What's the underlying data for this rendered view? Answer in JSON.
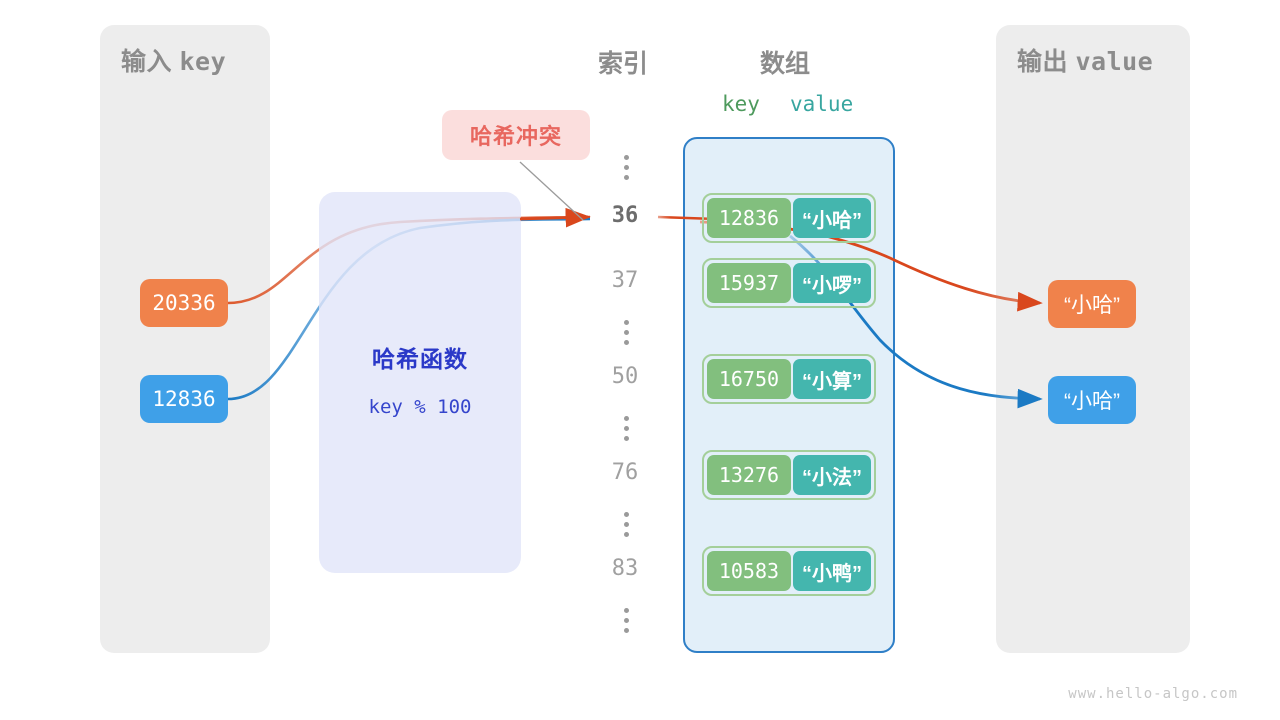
{
  "panels": {
    "input": {
      "title_cn": "输入",
      "title_mono": "key"
    },
    "output": {
      "title_cn": "输出",
      "title_mono": "value"
    }
  },
  "headings": {
    "index": "索引",
    "array": "数组",
    "key_col": "key",
    "value_col": "value"
  },
  "hash_function": {
    "title": "哈希函数",
    "formula": "key % 100"
  },
  "collision": {
    "label": "哈希冲突"
  },
  "input_keys": [
    {
      "value": "20336",
      "color": "#f0824b"
    },
    {
      "value": "12836",
      "color": "#3fa0e8"
    }
  ],
  "output_values": [
    {
      "value": "“小哈”",
      "color": "#f0824b"
    },
    {
      "value": "“小哈”",
      "color": "#3fa0e8"
    }
  ],
  "indices": [
    {
      "label": "36",
      "highlight": true
    },
    {
      "label": "37",
      "highlight": false
    },
    {
      "label": "50",
      "highlight": false
    },
    {
      "label": "76",
      "highlight": false
    },
    {
      "label": "83",
      "highlight": false
    }
  ],
  "array_rows": [
    {
      "key": "12836",
      "value": "“小哈”"
    },
    {
      "key": "15937",
      "value": "“小啰”"
    },
    {
      "key": "16750",
      "value": "“小算”"
    },
    {
      "key": "13276",
      "value": "“小法”"
    },
    {
      "key": "10583",
      "value": "“小鸭”"
    }
  ],
  "colors": {
    "panel_bg": "#ededed",
    "array_bg": "#e2eff9",
    "array_border": "#2f7fc7",
    "row_border": "#a4cf9a",
    "key_cell": "#82bf7e",
    "value_cell": "#44b6ae",
    "hash_box": "#e0e4f8",
    "hash_text": "#2b39c8",
    "badge_bg": "#fbdedd",
    "badge_text": "#e8675f",
    "orange": "#f0824b",
    "blue": "#3fa0e8",
    "arrow_orange": "#d9471d",
    "arrow_blue": "#1b7ac4",
    "heading_gray": "#8c8c8c"
  },
  "watermark": "www.hello-algo.com"
}
